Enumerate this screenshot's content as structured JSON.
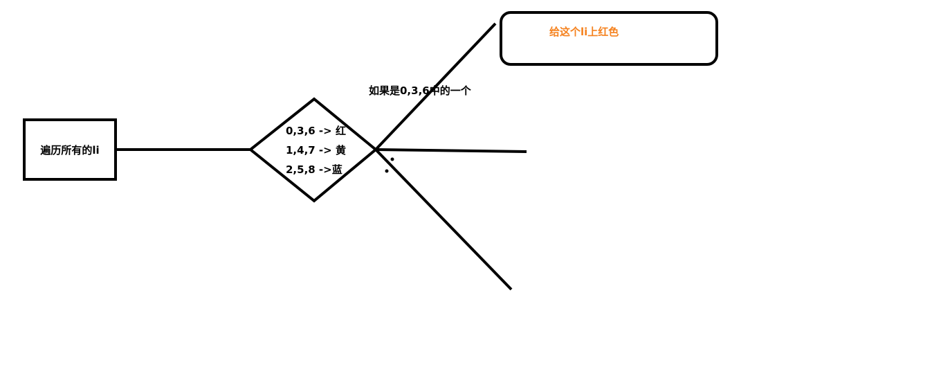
{
  "diagram": {
    "start_box": {
      "label": "遍历所有的li"
    },
    "decision": {
      "lines": [
        "0,3,6  ->  红",
        "1,4,7  ->  黄",
        "2,5,8  ->蓝"
      ]
    },
    "branch_top": {
      "label": "如果是0,3,6中的一个"
    },
    "result_box": {
      "label": "给这个li上红色"
    },
    "ellipsis_dots": 2
  },
  "colors": {
    "stroke": "#000000",
    "text": "#000000",
    "highlight": "#f5821f",
    "background": "#ffffff"
  }
}
